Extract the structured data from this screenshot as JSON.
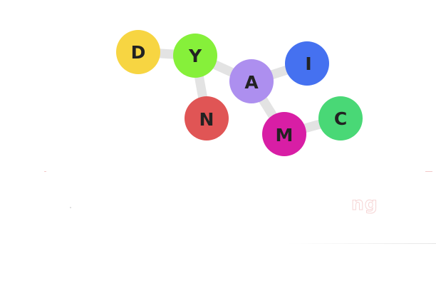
{
  "logo": {
    "nodes": [
      {
        "id": "d",
        "letter": "D",
        "color": "#f7d542"
      },
      {
        "id": "y",
        "letter": "Y",
        "color": "#86f03a"
      },
      {
        "id": "n",
        "letter": "N",
        "color": "#e05555"
      },
      {
        "id": "a",
        "letter": "A",
        "color": "#ad8fef"
      },
      {
        "id": "i",
        "letter": "I",
        "color": "#4571f0"
      },
      {
        "id": "m",
        "letter": "M",
        "color": "#d81ea5"
      },
      {
        "id": "c",
        "letter": "C",
        "color": "#49d876"
      }
    ],
    "link_color": "#e3e3e3",
    "letter_color": "#222222"
  },
  "faint_text": "ng"
}
